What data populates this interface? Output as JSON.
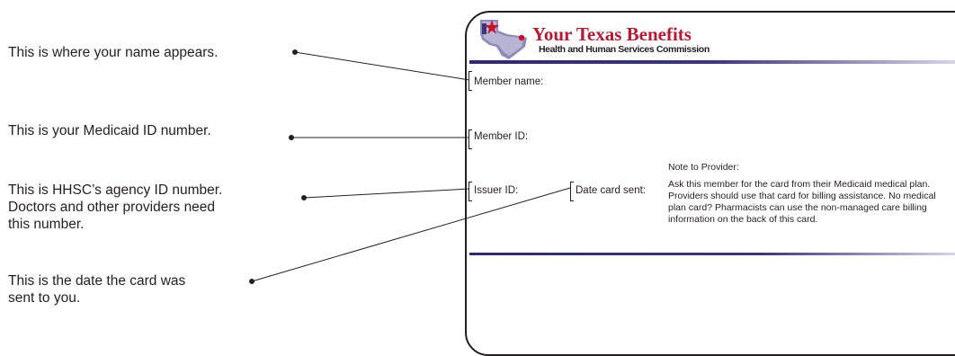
{
  "callouts": {
    "name": "This is where your name appears.",
    "medicaid_id": "This is your Medicaid ID number.",
    "agency_id": "This is HHSC’s agency ID number.\nDoctors and other providers need\nthis number.",
    "date_sent": "This is the date the card was\nsent to you."
  },
  "card": {
    "brand_title": "Your Texas Benefits",
    "brand_subtitle": "Health and Human Services Commission",
    "fields": {
      "member_name": "Member name:",
      "member_id": "Member ID:",
      "issuer_id": "Issuer ID:",
      "date_card_sent": "Date card sent:"
    },
    "note": {
      "title": "Note to Provider:",
      "body": "Ask this member for the card from their Medicaid medical plan. Providers should use that card for billing assistance. No medical plan card? Pharmacists can use the non-managed care billing information on the back of this card."
    },
    "colors": {
      "brand_red": "#b31b34",
      "rule_navy": "#2e2a6b",
      "map_lavender": "#8e8bb8"
    }
  },
  "icons": {
    "logo": "texas-map-star-logo"
  }
}
